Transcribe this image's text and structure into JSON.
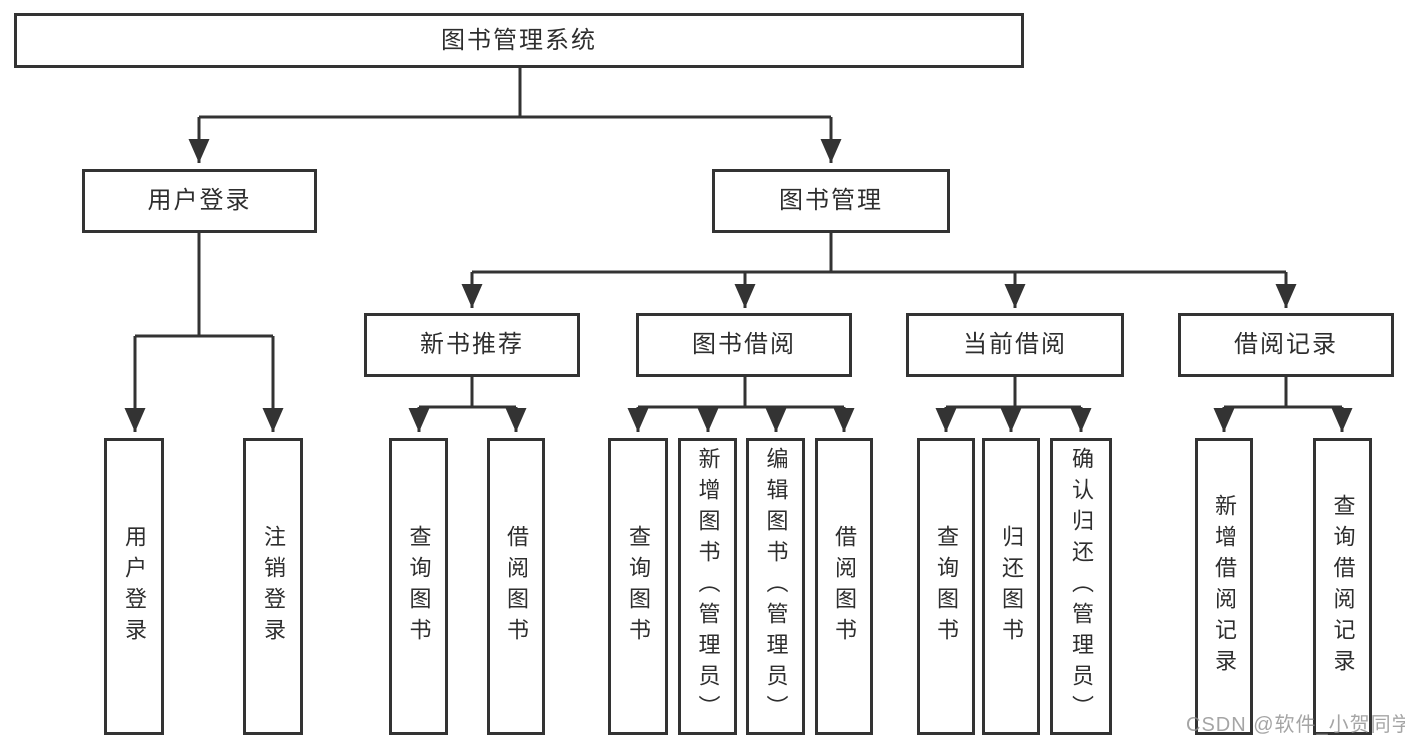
{
  "diagram": {
    "colors": {
      "line": "#333333",
      "box_border": "#333333",
      "box_background": "#ffffff",
      "text": "#2e2e2e",
      "watermark": "#8c8c8c",
      "page_background": "#ffffff"
    },
    "watermark": "CSDN @软件_小贺同学",
    "nodes": {
      "root": {
        "label": "图书管理系统"
      },
      "user_login": {
        "label": "用户登录",
        "children": {
          "login": {
            "label": "用户登录"
          },
          "logout": {
            "label": "注销登录"
          }
        }
      },
      "book_mgmt": {
        "label": "图书管理",
        "children": {
          "new_books": {
            "label": "新书推荐",
            "children": {
              "query": {
                "label": "查询图书"
              },
              "borrow": {
                "label": "借阅图书"
              }
            }
          },
          "book_borrow": {
            "label": "图书借阅",
            "children": {
              "query": {
                "label": "查询图书"
              },
              "add": {
                "label": "新增图书（管理员）"
              },
              "edit": {
                "label": "编辑图书（管理员）"
              },
              "borrow": {
                "label": "借阅图书"
              }
            }
          },
          "current_borrow": {
            "label": "当前借阅",
            "children": {
              "query": {
                "label": "查询图书"
              },
              "return": {
                "label": "归还图书"
              },
              "confirm": {
                "label": "确认归还（管理员）"
              }
            }
          },
          "borrow_records": {
            "label": "借阅记录",
            "children": {
              "add": {
                "label": "新增借阅记录"
              },
              "query": {
                "label": "查询借阅记录"
              }
            }
          }
        }
      }
    }
  }
}
